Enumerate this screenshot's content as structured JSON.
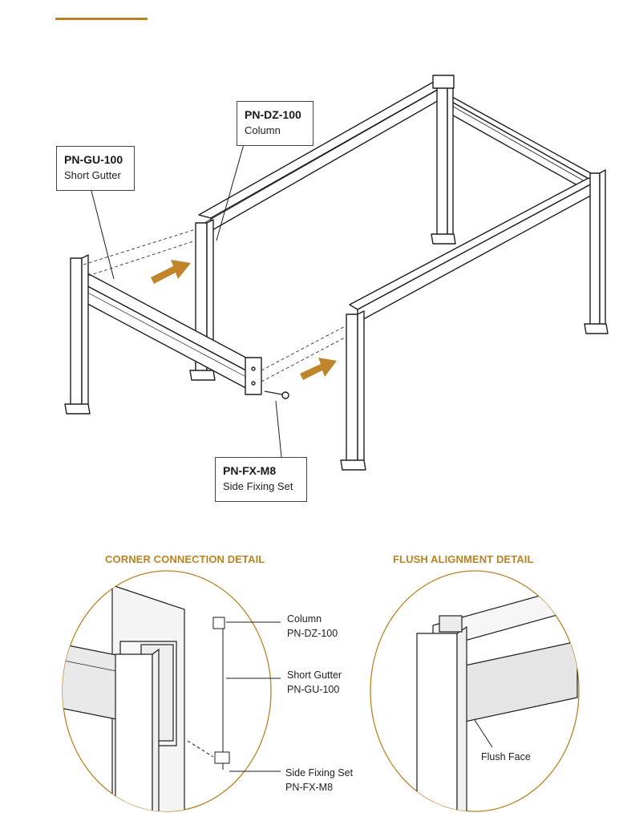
{
  "colors": {
    "accent": "#b98323",
    "arrow": "#c0852a",
    "line": "#1e1e1e"
  },
  "callouts": {
    "column": {
      "code": "PN-DZ-100",
      "name": "Column"
    },
    "short_gutter": {
      "code": "PN-GU-100",
      "name": "Short Gutter"
    },
    "side_fixing": {
      "code": "PN-FX-M8",
      "name": "Side Fixing Set"
    }
  },
  "details": {
    "corner": {
      "title": "CORNER CONNECTION DETAIL",
      "labels": [
        {
          "name": "Column",
          "code": "PN-DZ-100"
        },
        {
          "name": "Short Gutter",
          "code": "PN-GU-100"
        },
        {
          "name": "Side Fixing Set",
          "code": "PN-FX-M8"
        }
      ]
    },
    "flush": {
      "title": "FLUSH ALIGNMENT DETAIL",
      "label": "Flush Face"
    }
  }
}
